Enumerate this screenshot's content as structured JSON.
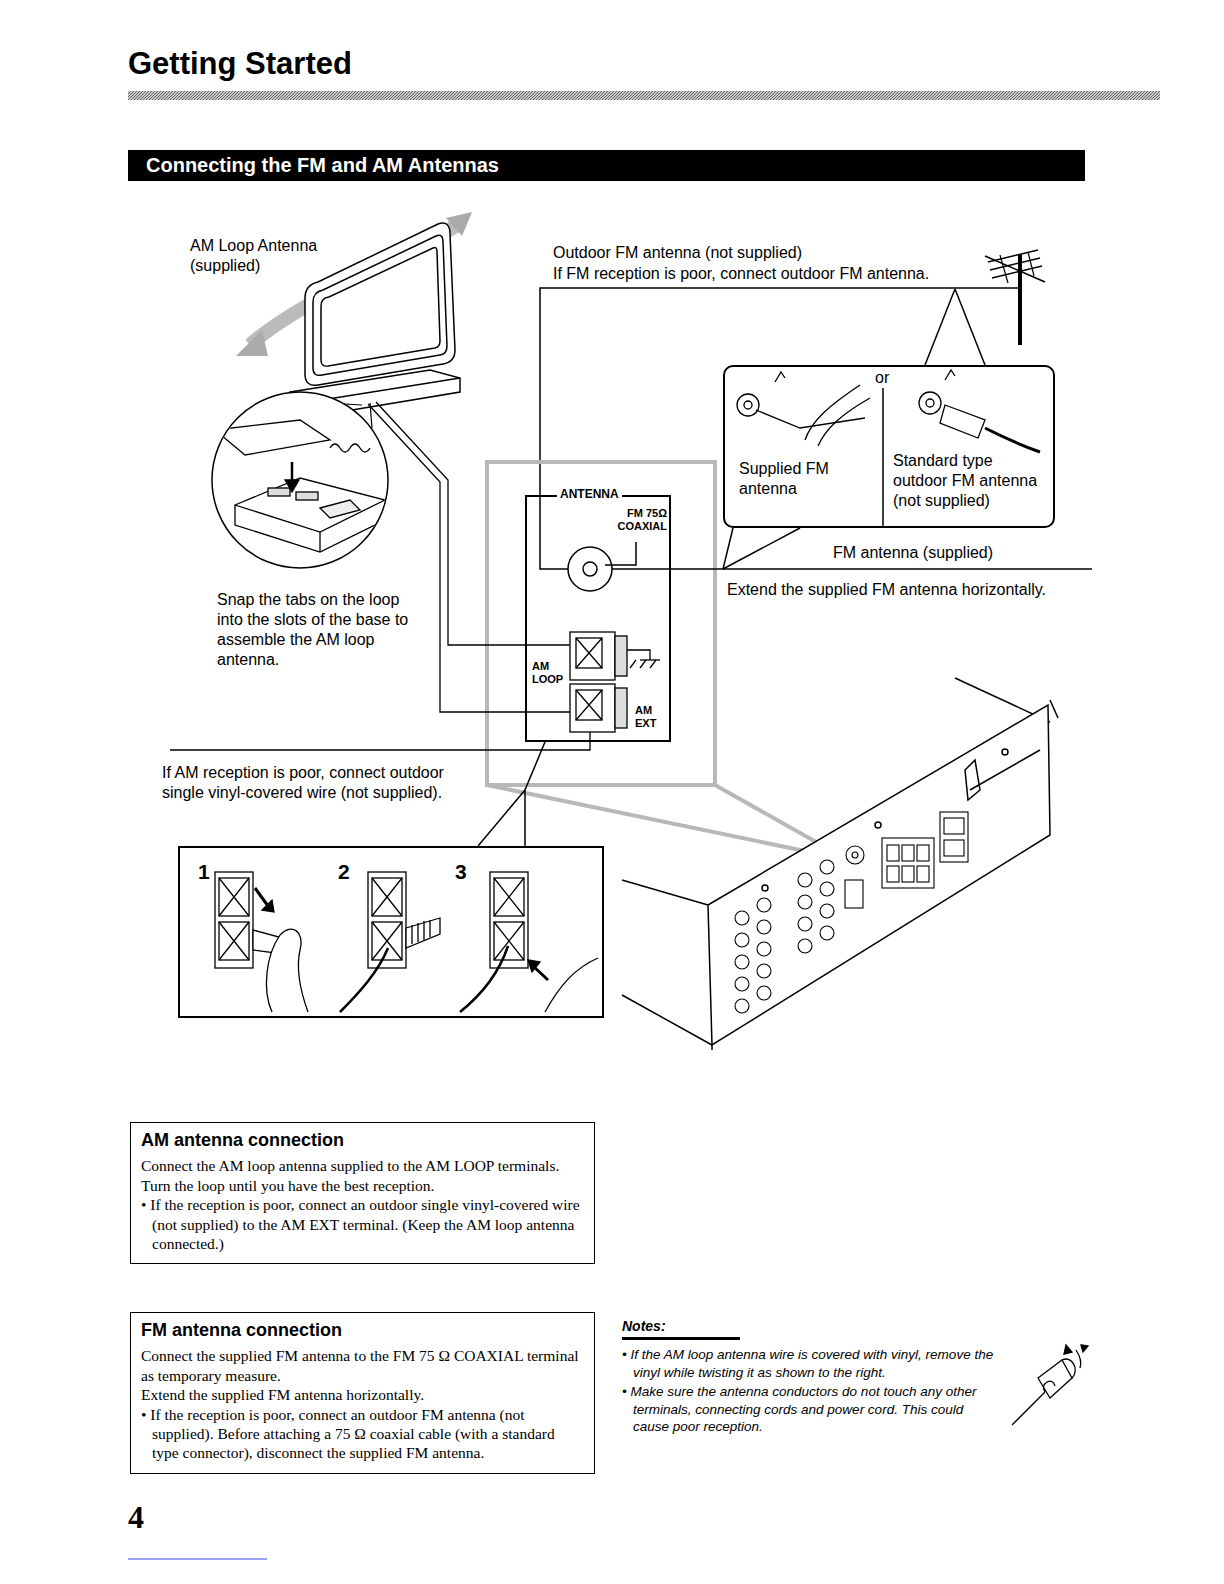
{
  "diagram": {
    "title": "Getting Started",
    "nodes": [
      {
        "text": [
          "Connecting the FM and AM Antennas"
        ]
      },
      {
        "text": [
          "or",
          "Supplied FM antenna",
          "Standard type outdoor FM antenna (not supplied)"
        ]
      },
      {
        "text": [
          "ANTENNA",
          "FM 75Ω COAXIAL",
          "AM LOOP",
          "AM EXT"
        ]
      },
      {
        "text": [
          "1",
          "2",
          "3"
        ]
      },
      {
        "text": [
          "AM antenna connection",
          "Connect the AM loop antenna supplied to the AM LOOP terminals.",
          "Turn the loop until you have the best reception.",
          "• If the reception is poor, connect an outdoor single vinyl-covered wire (not supplied) to the AM EXT terminal. (Keep the AM loop antenna connected.)"
        ]
      },
      {
        "text": [
          "FM antenna connection",
          "Connect the supplied FM antenna to the FM 75 Ω COAXIAL terminal as temporary measure.",
          "Extend the supplied FM antenna horizontally.",
          "• If the reception is poor, connect an outdoor FM antenna (not supplied). Before attaching a 75 Ω coaxial cable (with a standard type connector), disconnect the supplied FM antenna."
        ]
      }
    ],
    "edges": [
      {
        "from": 1,
        "to": 2,
        "arrow": "none"
      },
      {
        "from": 3,
        "to": 2,
        "arrow": "none"
      }
    ],
    "labels": [
      "AM Loop Antenna (supplied)",
      "Outdoor FM antenna (not supplied)",
      "If FM reception is poor, connect outdoor FM antenna.",
      "FM antenna (supplied)",
      "Snap the tabs on the loop into the slots of the base to assemble the AM loop antenna.",
      "Extend the supplied FM antenna horizontally.",
      "If AM reception is poor, connect outdoor single vinyl-covered wire (not supplied).",
      "Notes:",
      "• If the AM loop antenna wire is covered with vinyl, remove the vinyl while twisting it as shown to the right.",
      "• Make sure the antenna conductors do not touch any other terminals, connecting cords and power cord. This could cause poor reception.",
      "4"
    ]
  }
}
